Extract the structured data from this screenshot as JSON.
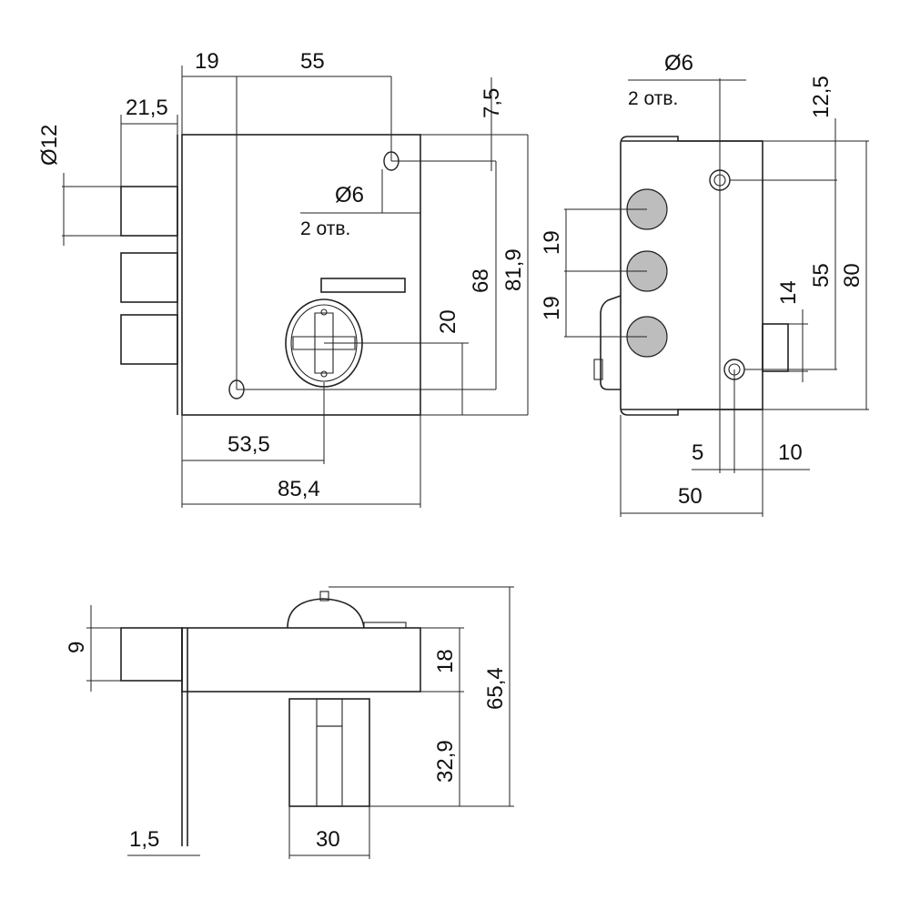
{
  "colors": {
    "line": "#222222",
    "fill": "#bdbdbd",
    "background": "#ffffff"
  },
  "front_view": {
    "dim_19": "19",
    "dim_55": "55",
    "dim_21_5": "21,5",
    "dim_7_5": "7,5",
    "dim_diam12": "Ø12",
    "hole_diam": "Ø6",
    "hole_count": "2 отв.",
    "dim_68": "68",
    "dim_81_9": "81,9",
    "dim_20": "20",
    "dim_53_5": "53,5",
    "dim_85_4": "85,4"
  },
  "side_view": {
    "hole_diam": "Ø6",
    "hole_count": "2 отв.",
    "dim_12_5": "12,5",
    "dim_19_top": "19",
    "dim_19_bottom": "19",
    "dim_14": "14",
    "dim_55": "55",
    "dim_80": "80",
    "dim_5": "5",
    "dim_10": "10",
    "dim_50": "50"
  },
  "top_view": {
    "dim_9": "9",
    "dim_18": "18",
    "dim_65_4": "65,4",
    "dim_32_9": "32,9",
    "dim_1_5": "1,5",
    "dim_30": "30"
  }
}
